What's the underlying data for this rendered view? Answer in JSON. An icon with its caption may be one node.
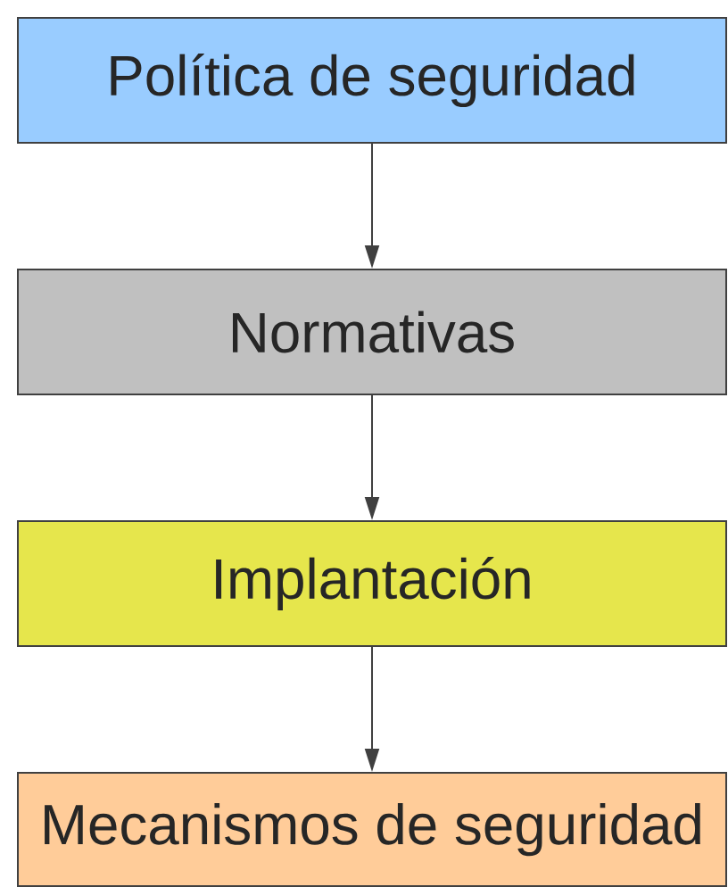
{
  "diagram": {
    "nodes": [
      {
        "text": [
          "Política de seguridad"
        ]
      },
      {
        "text": [
          "Normativas"
        ]
      },
      {
        "text": [
          "Implantación"
        ]
      },
      {
        "text": [
          "Mecanismos de seguridad"
        ]
      }
    ],
    "edges": [
      {
        "from": 0,
        "to": 1,
        "arrow": "to"
      },
      {
        "from": 1,
        "to": 2,
        "arrow": "to"
      },
      {
        "from": 2,
        "to": 3,
        "arrow": "to"
      }
    ]
  }
}
